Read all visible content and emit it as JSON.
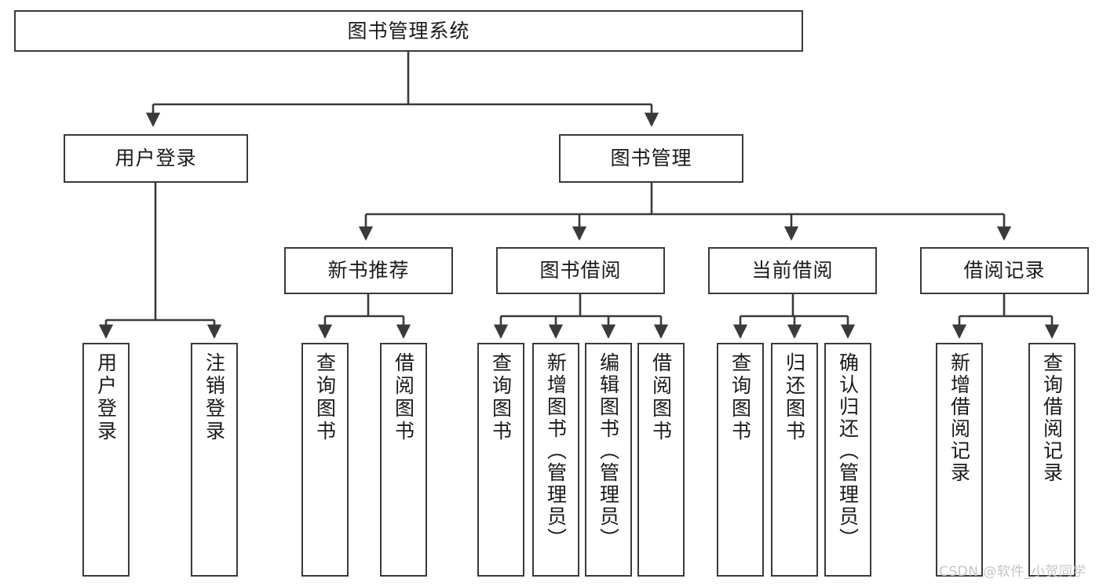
{
  "diagram": {
    "title": "图书管理系统",
    "type": "功能结构图",
    "root": {
      "label": "图书管理系统"
    },
    "level1": [
      {
        "label": "用户登录"
      },
      {
        "label": "图书管理"
      }
    ],
    "level2": [
      {
        "label": "新书推荐"
      },
      {
        "label": "图书借阅"
      },
      {
        "label": "当前借阅"
      },
      {
        "label": "借阅记录"
      }
    ],
    "leaves": {
      "user_login": [
        {
          "label": "用户登录"
        },
        {
          "label": "注销登录"
        }
      ],
      "new_book_recommend": [
        {
          "label": "查询图书"
        },
        {
          "label": "借阅图书"
        }
      ],
      "book_borrow": [
        {
          "label": "查询图书"
        },
        {
          "label": "新增图书（管理员）"
        },
        {
          "label": "编辑图书（管理员）"
        },
        {
          "label": "借阅图书"
        }
      ],
      "current_borrow": [
        {
          "label": "查询图书"
        },
        {
          "label": "归还图书"
        },
        {
          "label": "确认归还（管理员）"
        }
      ],
      "borrow_record": [
        {
          "label": "新增借阅记录"
        },
        {
          "label": "查询借阅记录"
        }
      ]
    }
  },
  "watermark": {
    "text": "CSDN @软件_小贺同学"
  },
  "colors": {
    "box_border": "#3a3a3a",
    "text": "#1a1a1a",
    "edge": "#3a3a3a",
    "background": "#ffffff",
    "watermark": "#c6c6c6"
  }
}
